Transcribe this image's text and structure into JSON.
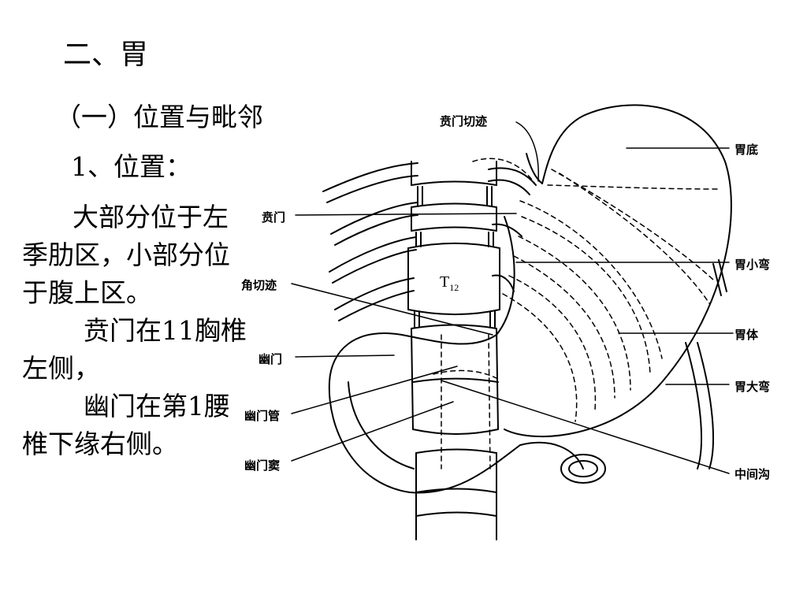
{
  "slide": {
    "heading": "二、胃",
    "subheading": "（一）位置与毗邻",
    "point": "1、位置：",
    "paragraphs": [
      "大部分位于左季肋区，小部分位于腹上区。",
      "贲门在11胸椎左侧，",
      "幽门在第1腰椎下缘右侧。"
    ]
  },
  "figure": {
    "labels": {
      "cardiac_notch": "贲门切迹",
      "fundus": "胃底",
      "cardia": "贲门",
      "lesser_curvature": "胃小弯",
      "angular_notch": "角切迹",
      "body": "胃体",
      "pylorus": "幽门",
      "greater_curvature": "胃大弯",
      "pyloric_canal": "幽门管",
      "pyloric_antrum": "幽门窦",
      "intermediate_sulcus": "中间沟"
    },
    "vertebra_letter": "T",
    "vertebra_number": "12"
  }
}
